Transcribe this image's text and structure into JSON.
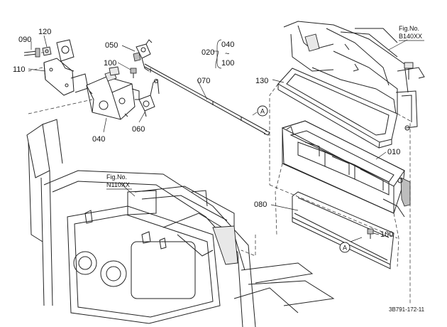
{
  "callouts": {
    "p090": "090",
    "p120": "120",
    "p110": "110",
    "p050": "050",
    "p100_top": "100",
    "p040_left": "040",
    "p060": "060",
    "p070": "070",
    "p020": "020",
    "p040_range": "040",
    "p100_range": "100",
    "range_symbol": "~",
    "p130": "130",
    "p010": "010",
    "p080": "080",
    "p100_bottom": "100"
  },
  "reference_marks": {
    "a_upper": "A",
    "a_lower": "A"
  },
  "figure_refs": {
    "top_right": {
      "line1": "Fig.No.",
      "line2": "B140XX"
    },
    "mid_left": {
      "line1": "Fig.No.",
      "line2": "N110XX"
    }
  },
  "drawing_code": "3B791-172-11"
}
